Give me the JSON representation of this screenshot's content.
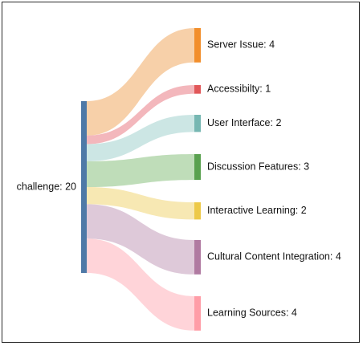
{
  "chart_data": {
    "type": "sankey",
    "source": {
      "name": "challenge",
      "value": 20,
      "color": "#4e79a7"
    },
    "targets": [
      {
        "name": "Server Issue",
        "value": 4,
        "color": "#f28e2b",
        "link_color": "#f6c89a"
      },
      {
        "name": "Accessibilty",
        "value": 1,
        "color": "#e15759",
        "link_color": "#f1aab0"
      },
      {
        "name": "User Interface",
        "value": 2,
        "color": "#76b7b2",
        "link_color": "#c3e2df"
      },
      {
        "name": "Discussion Features",
        "value": 3,
        "color": "#59a14f",
        "link_color": "#b4d7ad"
      },
      {
        "name": "Interactive Learning",
        "value": 2,
        "color": "#edc948",
        "link_color": "#f6e4a6"
      },
      {
        "name": "Cultural Content Integration",
        "value": 4,
        "color": "#b07aa1",
        "link_color": "#d8bfd2"
      },
      {
        "name": "Learning Sources",
        "value": 4,
        "color": "#ff9da7",
        "link_color": "#ffccd2"
      }
    ],
    "label_format": "{name}: {value}"
  }
}
